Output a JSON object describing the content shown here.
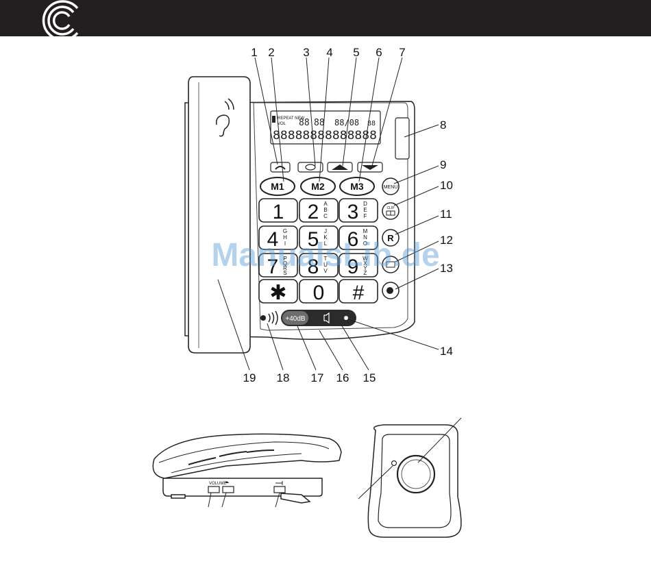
{
  "header": {
    "background_color": "#231f20",
    "logo_icon": "concentric-arcs-logo-icon"
  },
  "callouts": [
    "1",
    "2",
    "3",
    "4",
    "5",
    "6",
    "7",
    "8",
    "9",
    "10",
    "11",
    "12",
    "13",
    "14",
    "15",
    "16",
    "17",
    "18",
    "19"
  ],
  "memory_keys": [
    "M1",
    "M2",
    "M3"
  ],
  "side_keys": {
    "menu": "MENU",
    "clip": "CLIP",
    "recall": "R"
  },
  "keypad": [
    {
      "digit": "1",
      "letters": []
    },
    {
      "digit": "2",
      "letters": [
        "A",
        "B",
        "C"
      ]
    },
    {
      "digit": "3",
      "letters": [
        "D",
        "E",
        "F"
      ]
    },
    {
      "digit": "4",
      "letters": [
        "G",
        "H",
        "I"
      ]
    },
    {
      "digit": "5",
      "letters": [
        "J",
        "K",
        "L"
      ]
    },
    {
      "digit": "6",
      "letters": [
        "M",
        "N",
        "O"
      ]
    },
    {
      "digit": "7",
      "letters": [
        "P",
        "Q",
        "R",
        "S"
      ]
    },
    {
      "digit": "8",
      "letters": [
        "T",
        "U",
        "V"
      ]
    },
    {
      "digit": "9",
      "letters": [
        "W",
        "X",
        "Y",
        "Z"
      ]
    },
    {
      "digit": "✱",
      "letters": []
    },
    {
      "digit": "0",
      "letters": []
    },
    {
      "digit": "#",
      "letters": []
    }
  ],
  "display": {
    "line1_labels": [
      "REPEAT NEW",
      "VOL"
    ],
    "line1_digits": [
      "88",
      "88",
      "88/08",
      "88"
    ],
    "line2_digits": "88888888888888"
  },
  "boost_strip": {
    "boost_label": "+40dB"
  },
  "side_view_labels": {
    "volume": "VOLUME"
  },
  "watermark": "ManualsLib.de"
}
